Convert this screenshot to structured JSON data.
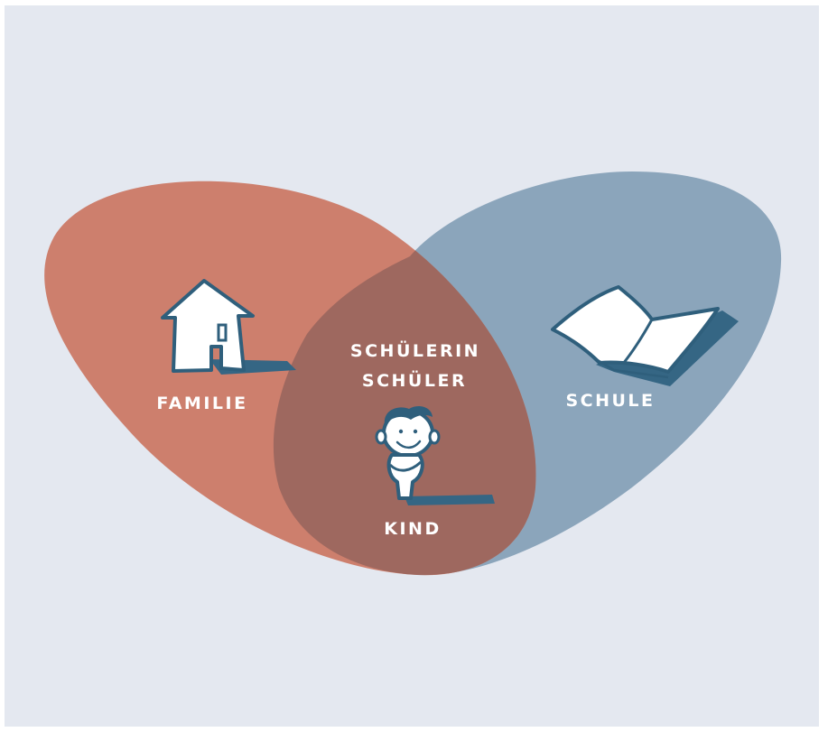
{
  "labels": {
    "familie": "FAMILIE",
    "schule": "SCHULE",
    "schuelerin": "SCHÜLERIN",
    "schueler": "SCHÜLER",
    "kind": "KIND"
  },
  "icons": {
    "familie": "house-icon",
    "schule": "open-book-icon",
    "kind": "child-icon"
  },
  "colors": {
    "background": "#e4e8f0",
    "familie": "#cd7f6d",
    "schule": "#8ba5bb",
    "overlap": "#9e685f",
    "icon_shadow": "#356684",
    "icon_outline": "#2f5f7c",
    "text": "#ffffff"
  }
}
